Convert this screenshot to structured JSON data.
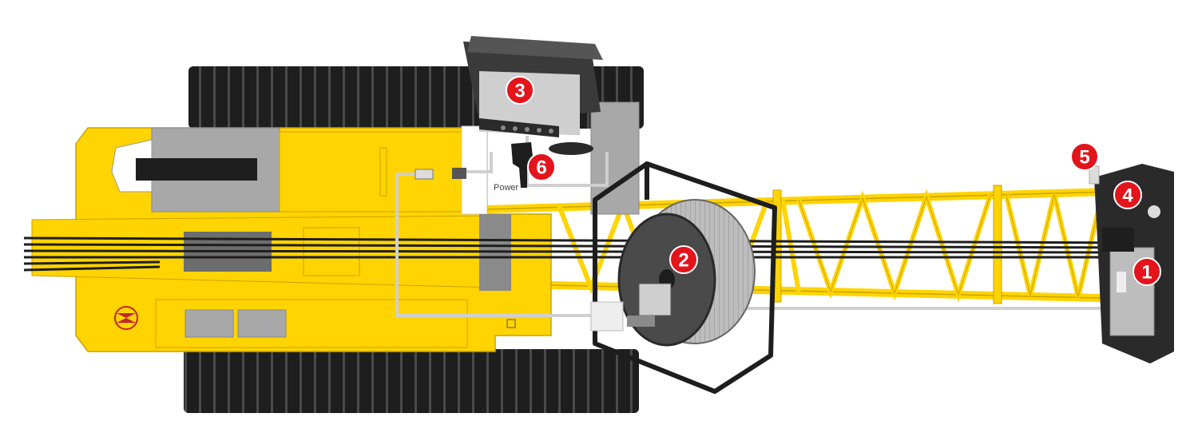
{
  "diagram": {
    "labels": {
      "power": "Power"
    },
    "callouts": [
      {
        "id": "1",
        "text": "1"
      },
      {
        "id": "2",
        "text": "2"
      },
      {
        "id": "3",
        "text": "3"
      },
      {
        "id": "4",
        "text": "4"
      },
      {
        "id": "5",
        "text": "5"
      },
      {
        "id": "6",
        "text": "6"
      }
    ],
    "colors": {
      "machine_yellow": "#FFD400",
      "machine_yellow_dark": "#E6B800",
      "track_black": "#1E1E1E",
      "grey": "#A8A8A8",
      "callout_red": "#E3141B",
      "cable": "#CFCFCF"
    },
    "icons": [
      "cable-reel-icon",
      "monitor-icon",
      "sensor-unit-icon",
      "warning-light-icon",
      "power-plug-icon",
      "counterweight-logo-icon"
    ]
  }
}
